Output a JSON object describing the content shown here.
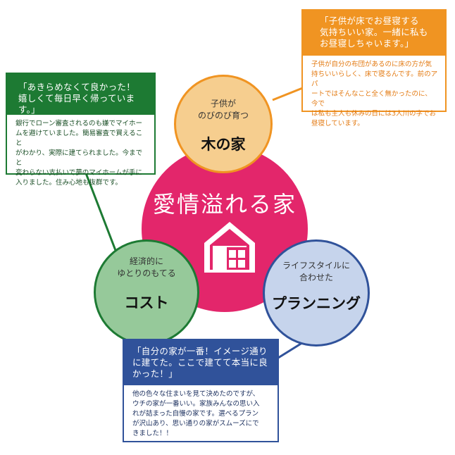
{
  "center": {
    "title": "愛情溢れる家"
  },
  "circles": {
    "wood": {
      "sub1": "子供が",
      "sub2": "のびのび育つ",
      "title": "木の家"
    },
    "cost": {
      "sub1": "経済的に",
      "sub2": "ゆとりのもてる",
      "title": "コスト"
    },
    "plan": {
      "sub1": "ライフスタイルに",
      "sub2": "合わせた",
      "title": "プランニング"
    }
  },
  "boxes": {
    "orange": {
      "heading": [
        "「子供が床でお昼寝する",
        "気持ちいい家。一緒に私も",
        "お昼寝しちゃいます。」"
      ],
      "body": [
        "子供が自分の布団があるのに床の方が気",
        "持ちいいらしく、床で寝るんです。前のアパ",
        "ートではそんなこと全く無かったのに、今で",
        "は私も主人も休みの日には3人川の字でお",
        "昼寝しています。"
      ]
    },
    "green": {
      "heading": [
        "「あきらめなくて良かった！",
        "嬉しくて毎日早く帰っています。」"
      ],
      "body": [
        "銀行でローン審査されるのも嫌でマイホー",
        "ムを避けていました。簡易審査で買えること",
        "がわかり、実際に建てられました。今までと",
        "変わらない支払いで夢のマイホームが手に",
        "入りました。住み心地も抜群です。"
      ]
    },
    "blue": {
      "heading": [
        "「自分の家が一番！イメージ通り",
        "に建てた。ここで建てて本当に良",
        "かった！」"
      ],
      "body": [
        "他の色々な住まいを見て決めたのですが、",
        "ウチの家が一番いい。家族みんなの思い入",
        "れが詰まった自慢の家です。選べるプラン",
        "が沢山あり、思い通りの家がスムーズにで",
        "きました！！"
      ]
    }
  },
  "colors": {
    "center": "#e3266b",
    "wood": "#f09422",
    "cost": "#1d7a33",
    "plan": "#30529a"
  },
  "icons": {
    "house": "house-icon"
  }
}
